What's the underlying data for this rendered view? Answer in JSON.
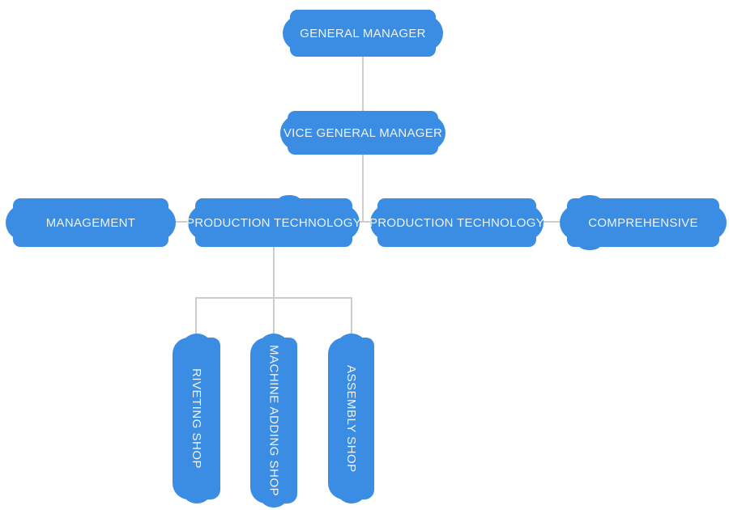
{
  "diagram": {
    "type": "org-chart",
    "nodes": {
      "general_manager": {
        "label": "GENERAL MANAGER"
      },
      "vice_general_manager": {
        "label": "VICE GENERAL MANAGER"
      },
      "management": {
        "label": "MANAGEMENT"
      },
      "production_technology_1": {
        "label": "PRODUCTION TECHNOLOGY"
      },
      "production_technology_2": {
        "label": "PRODUCTION TECHNOLOGY"
      },
      "comprehensive": {
        "label": "COMPREHENSIVE"
      },
      "riveting_shop": {
        "label": "RIVETING SHOP"
      },
      "machine_adding_shop": {
        "label": "MACHINE ADDING SHOP"
      },
      "assembly_shop": {
        "label": "ASSEMBLY SHOP"
      }
    },
    "edges": [
      {
        "from": "general_manager",
        "to": "vice_general_manager"
      },
      {
        "from": "vice_general_manager",
        "to": "management"
      },
      {
        "from": "vice_general_manager",
        "to": "production_technology_1"
      },
      {
        "from": "vice_general_manager",
        "to": "production_technology_2"
      },
      {
        "from": "vice_general_manager",
        "to": "comprehensive"
      },
      {
        "from": "production_technology_1",
        "to": "riveting_shop"
      },
      {
        "from": "production_technology_1",
        "to": "machine_adding_shop"
      },
      {
        "from": "production_technology_1",
        "to": "assembly_shop"
      }
    ],
    "colors": {
      "node_fill": "#3b8de4",
      "node_text": "#edf2f8",
      "connector": "#cdcdcd",
      "background": "#ffffff"
    }
  }
}
